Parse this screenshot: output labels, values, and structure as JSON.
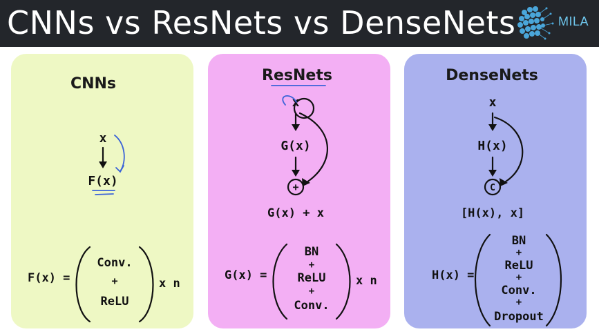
{
  "header": {
    "title": "CNNs vs ResNets vs DenseNets",
    "logo_text": "MILA",
    "logo_color": "#6fc7ee",
    "background": "#23262b"
  },
  "panels": [
    {
      "title": "CNNs",
      "color": "#eef8c4",
      "input": "x",
      "block": "F(x)",
      "formula_lhs": "F(x) =",
      "formula_items": [
        "Conv.",
        "+",
        "ReLU"
      ],
      "formula_suffix": "x n"
    },
    {
      "title": "ResNets",
      "color": "#f3aff4",
      "input": "x",
      "block": "G(x)",
      "merge_symbol": "+",
      "output": "G(x) + x",
      "formula_lhs": "G(x) =",
      "formula_items": [
        "BN",
        "+",
        "ReLU",
        "+",
        "Conv."
      ],
      "formula_suffix": "x n"
    },
    {
      "title": "DenseNets",
      "color": "#aab1ee",
      "input": "x",
      "block": "H(x)",
      "merge_symbol": "C",
      "output": "[H(x), x]",
      "formula_lhs": "H(x) =",
      "formula_items": [
        "BN",
        "+",
        "ReLU",
        "+",
        "Conv.",
        "+",
        "Dropout"
      ]
    }
  ]
}
